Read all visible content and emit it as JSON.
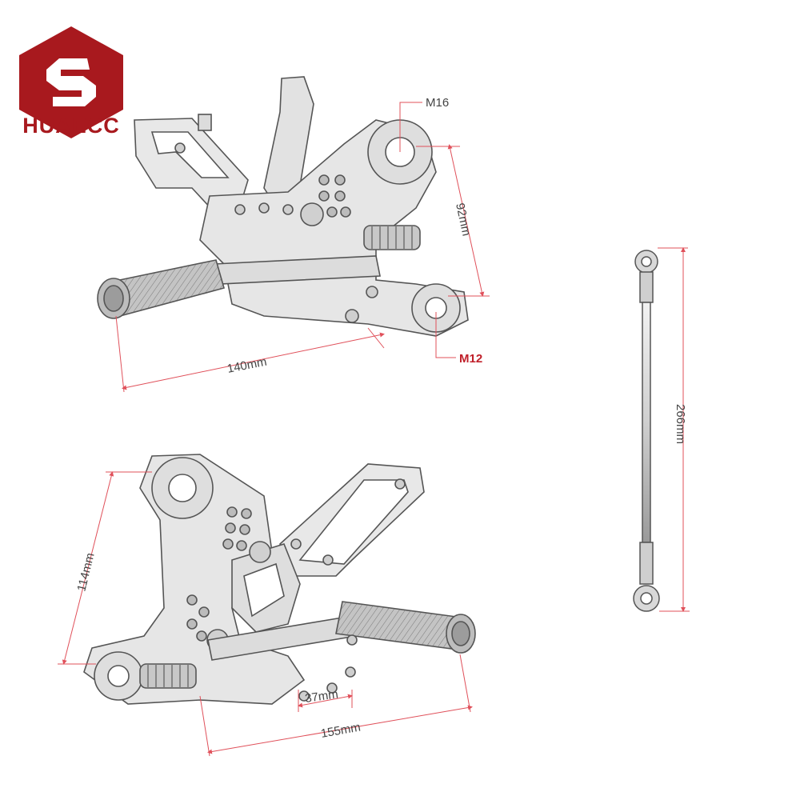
{
  "brand": {
    "name": "HUAECC",
    "logo_color": "#a8191e",
    "text_color": "#a8191e"
  },
  "colors": {
    "dimension_line": "#e0505a",
    "dimension_text": "#444444",
    "label_accent": "#c0202a",
    "metal_outline": "#555555",
    "metal_fill": "#d6d6d6"
  },
  "dimensions": {
    "top_thread_top": "M16",
    "top_thread_bottom": "M12",
    "top_height": "92mm",
    "top_width": "140mm",
    "rod_length": "266mm",
    "bottom_height": "114mm",
    "bottom_inner": "37mm",
    "bottom_width": "155mm"
  }
}
